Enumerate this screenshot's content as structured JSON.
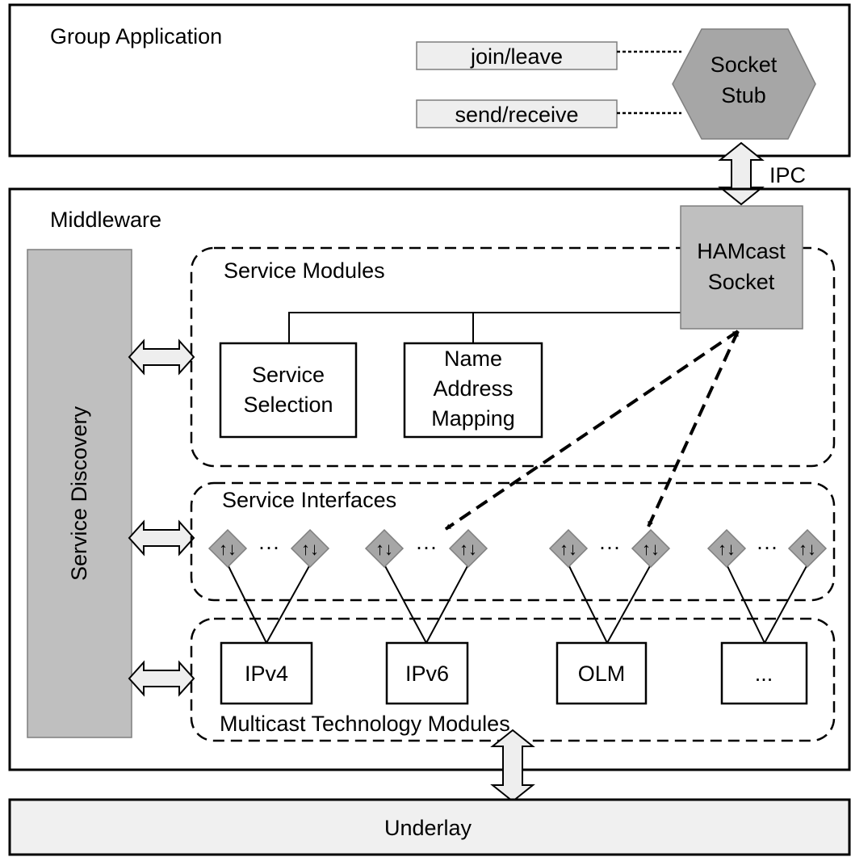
{
  "group_application": {
    "title": "Group Application",
    "join_leave": "join/leave",
    "send_receive": "send/receive",
    "socket_stub_line1": "Socket",
    "socket_stub_line2": "Stub"
  },
  "ipc_label": "IPC",
  "middleware": {
    "title": "Middleware",
    "service_discovery": "Service Discovery",
    "hamcast_socket_line1": "HAMcast",
    "hamcast_socket_line2": "Socket",
    "service_modules": {
      "title": "Service Modules",
      "service_selection_line1": "Service",
      "service_selection_line2": "Selection",
      "name_mapping_line1": "Name",
      "name_mapping_line2": "Address",
      "name_mapping_line3": "Mapping"
    },
    "service_interfaces": {
      "title": "Service Interfaces",
      "interface_glyph": "↑↓",
      "ellipsis": "···"
    },
    "technology_modules": {
      "title": "Multicast Technology Modules",
      "modules": [
        "IPv4",
        "IPv6",
        "OLM",
        "..."
      ]
    }
  },
  "underlay": "Underlay",
  "colors": {
    "gray_fill": "#bfbfbf",
    "light_fill": "#f0f0f0",
    "diamond_fill": "#a6a6a6",
    "stroke": "#000000"
  }
}
